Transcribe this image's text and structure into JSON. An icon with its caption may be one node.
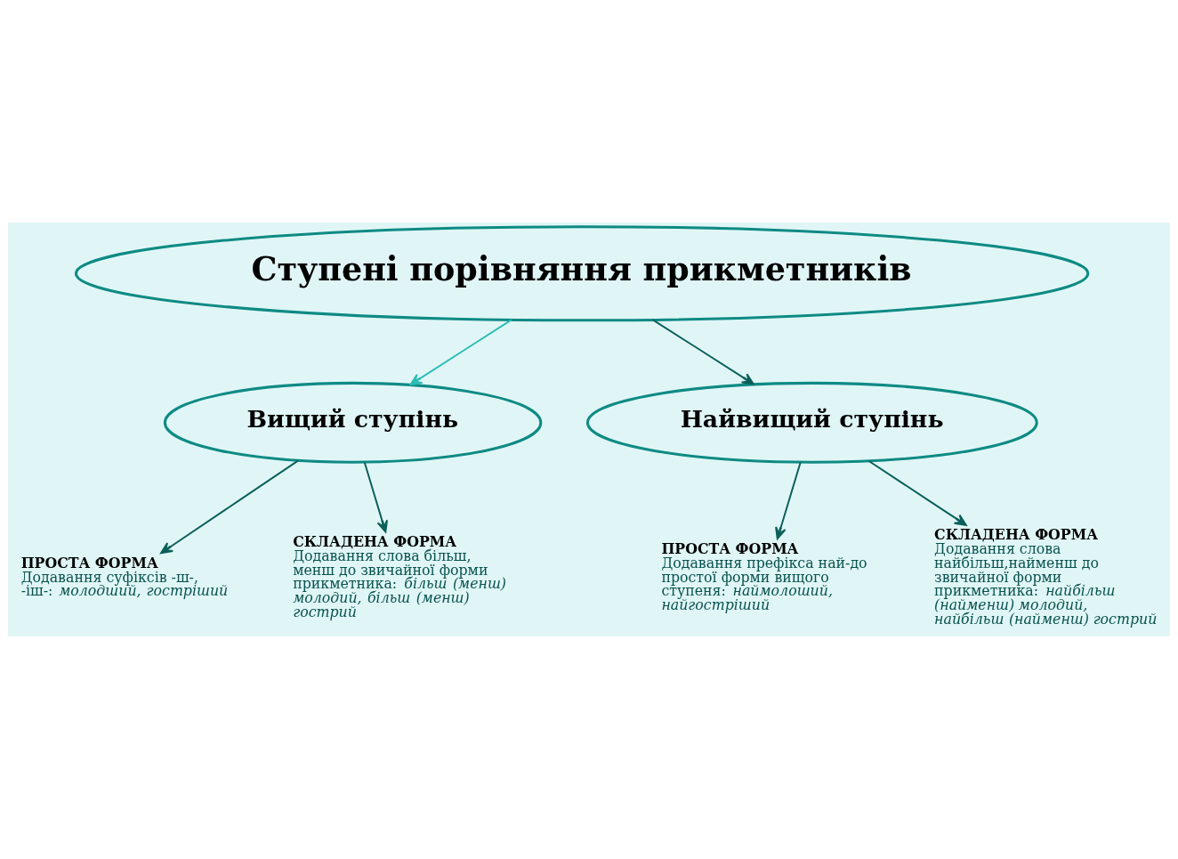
{
  "diagram": {
    "nodes": [
      {
        "text": [
          "Ступені порівняння прикметників"
        ]
      },
      {
        "text": [
          "Вищий ступінь"
        ]
      },
      {
        "text": [
          "Найвищий ступінь"
        ]
      },
      {
        "text": [
          "ПРОСТА ФОРМА",
          "Додавання суфіксів -ш-, -іш-: *молодший, гостріший*"
        ]
      },
      {
        "text": [
          "СКЛАДЕНА ФОРМА",
          "Додавання слова більш, менш до звичайної форми прикметника: *більш (менш) молодий, більш (менш) гострий*"
        ]
      },
      {
        "text": [
          "ПРОСТА ФОРМА",
          "Додавання префікса най-до простої форми вищого ступеня: *наймолоший, найгостріший*"
        ]
      },
      {
        "text": [
          "СКЛАДЕНА ФОРМА",
          "Додавання слова найбільш,найменш до звичайної форми прикметника: *найбільш (найменш) молодий, найбільш (найменш) гострий*"
        ]
      }
    ],
    "edges": [
      {
        "from": 0,
        "to": 1,
        "arrow": "to",
        "color": "#2bbdb5"
      },
      {
        "from": 0,
        "to": 2,
        "arrow": "to"
      },
      {
        "from": 1,
        "to": 3,
        "arrow": "to"
      },
      {
        "from": 1,
        "to": 4,
        "arrow": "to"
      },
      {
        "from": 2,
        "to": 5,
        "arrow": "to"
      },
      {
        "from": 2,
        "to": 6,
        "arrow": "to"
      }
    ]
  }
}
